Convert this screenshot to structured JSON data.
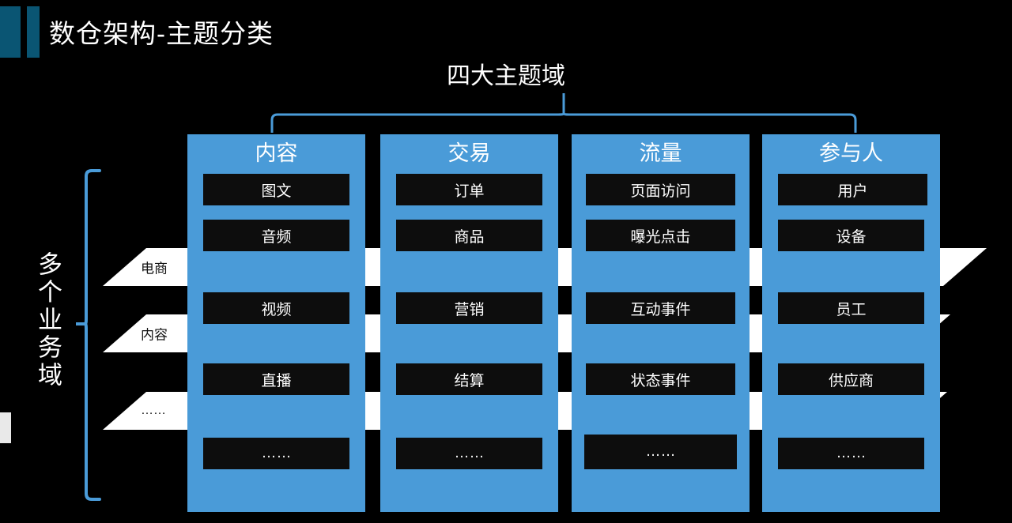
{
  "page": {
    "title": "数仓架构-主题分类",
    "accent_teal": "#0a5573",
    "accent_blue": "#4a9bd8",
    "background": "#000000",
    "cell_background": "#0d0d0d",
    "ribbon_color": "#ffffff"
  },
  "top": {
    "heading": "四大主题域",
    "bracket_icon": "top-curly-bracket-icon"
  },
  "left": {
    "vertical_label": "多个业务域",
    "bracket_icon": "left-curly-bracket-icon"
  },
  "ribbons": [
    {
      "label": "电商"
    },
    {
      "label": "内容"
    },
    {
      "label": "……"
    }
  ],
  "columns": [
    {
      "header": "内容",
      "cells": [
        "图文",
        "音频",
        "视频",
        "直播",
        "……"
      ]
    },
    {
      "header": "交易",
      "cells": [
        "订单",
        "商品",
        "营销",
        "结算",
        "……"
      ]
    },
    {
      "header": "流量",
      "cells": [
        "页面访问",
        "曝光点击",
        "互动事件",
        "状态事件",
        "……"
      ]
    },
    {
      "header": "参与人",
      "cells": [
        "用户",
        "设备",
        "员工",
        "供应商",
        "……"
      ]
    }
  ]
}
